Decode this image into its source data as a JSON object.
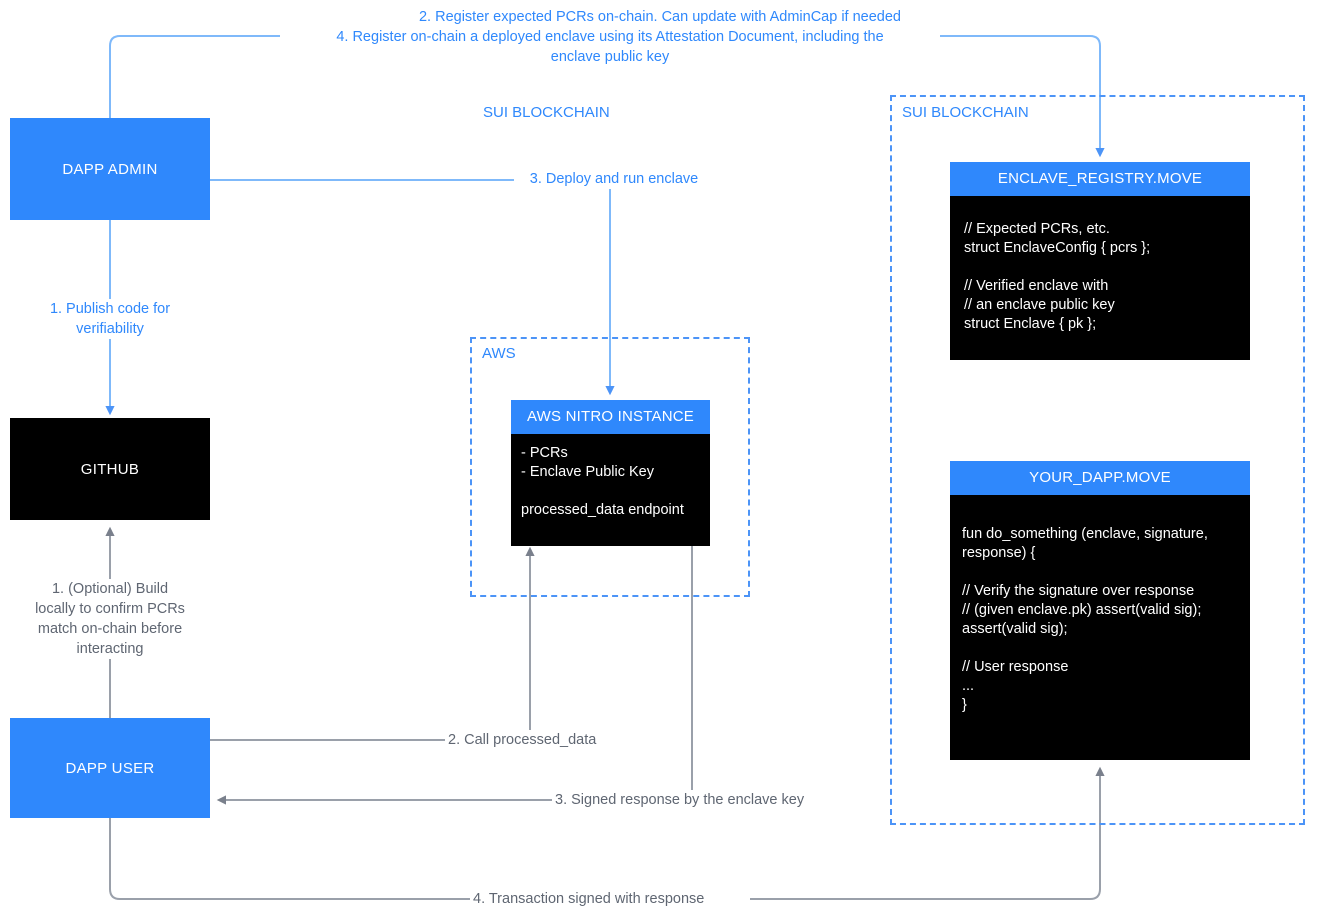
{
  "diagram": {
    "title": "Sui Nitro Enclave attestation flow",
    "colors": {
      "accent_blue": "#2F88FC",
      "label_blue": "#2F88FC",
      "label_gray": "#5F6672",
      "code_bg": "#000000",
      "dashed_border": "#4C94F7"
    }
  },
  "nodes": {
    "dapp_admin": {
      "label": "DAPP ADMIN"
    },
    "github": {
      "label": "GITHUB"
    },
    "dapp_user": {
      "label": "DAPP USER"
    },
    "aws_nitro": {
      "title": "AWS NITRO INSTANCE",
      "lines": [
        "- PCRs",
        "- Enclave Public Key",
        "",
        "processed_data endpoint"
      ]
    },
    "enclave_registry": {
      "title": "ENCLAVE_REGISTRY.MOVE",
      "lines": [
        "// Expected PCRs, etc.",
        "struct EnclaveConfig { pcrs };",
        "",
        "// Verified enclave with",
        "// an enclave public key",
        "struct Enclave { pk };"
      ]
    },
    "your_dapp": {
      "title": "YOUR_DAPP.MOVE",
      "lines": [
        "fun do_something (enclave, signature,",
        "response) {",
        "",
        "// Verify the signature over response",
        "// (given enclave.pk) assert(valid sig);",
        "assert(valid sig);",
        "",
        "// User response",
        "...",
        "}"
      ]
    }
  },
  "groups": {
    "aws": {
      "label": "AWS"
    },
    "sui": {
      "label": "SUI BLOCKCHAIN"
    }
  },
  "edge_labels": {
    "register_pcrs": "2. Register expected PCRs on-chain. Can update with AdminCap if needed",
    "register_enclave": "4. Register on-chain a deployed enclave using its Attestation Document, including the\nenclave public key",
    "publish_code": "1. Publish code for\nverifiability",
    "deploy_run": "3. Deploy and run enclave",
    "build_locally": "1. (Optional) Build\nlocally to confirm PCRs\nmatch on-chain before\ninteracting",
    "call_processed_data": "2. Call processed_data",
    "signed_response": "3. Signed response by the enclave key",
    "transaction_signed": "4. Transaction signed with response"
  }
}
